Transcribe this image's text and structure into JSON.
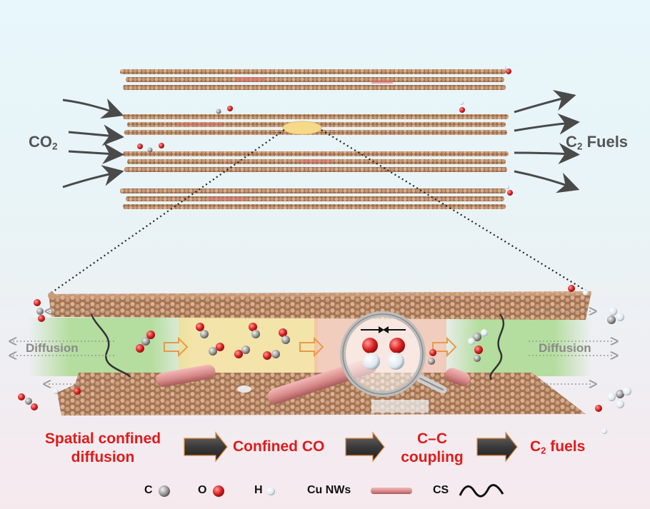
{
  "labels": {
    "co2_main": "CO",
    "co2_sub": "2",
    "fuels_c": "C",
    "fuels_sub": "2",
    "fuels_rest": " Fuels",
    "diffusion_left": "Diffusion",
    "diffusion_right": "Diffusion"
  },
  "steps": [
    {
      "line1": "Spatial confined",
      "line2": "diffusion"
    },
    {
      "line1": "Confined CO"
    },
    {
      "line1": "C–C",
      "line2": "coupling"
    },
    {
      "main": "C",
      "sub": "2",
      "rest": " fuels"
    }
  ],
  "legend": {
    "c": "C",
    "o": "O",
    "h": "H",
    "cu": "Cu NWs",
    "cs": "CS"
  },
  "colors": {
    "carbon_lattice": "#c79a78",
    "copper_nw": "#d98a8a",
    "oxygen": "#d92020",
    "carbon_atom": "#8c8c8c",
    "hydrogen": "#e8eef2",
    "accent_text": "#e01b1b",
    "arrow": "#4a4a4a",
    "zone_green": "#a6d98a",
    "zone_yellow": "#f7dc7a",
    "zone_orange": "#f4b59a"
  },
  "icons": [
    "magnifier-icon",
    "step-arrow-icon",
    "flow-arrow-icon",
    "cs-wave-icon"
  ]
}
